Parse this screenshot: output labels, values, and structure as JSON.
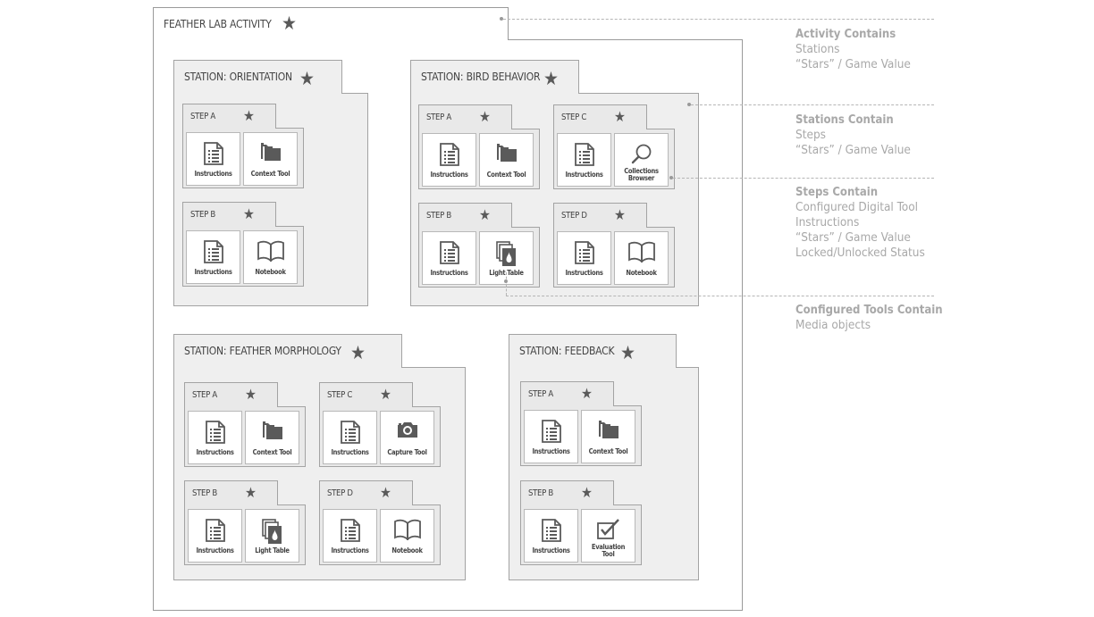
{
  "activity": {
    "title": "FEATHER LAB ACTIVITY"
  },
  "stations": [
    {
      "title": "STATION: ORIENTATION",
      "steps": [
        {
          "label": "STEP A",
          "tools": [
            "Instructions",
            "Context Tool"
          ]
        },
        {
          "label": "STEP B",
          "tools": [
            "Instructions",
            "Notebook"
          ]
        }
      ]
    },
    {
      "title": "STATION: BIRD BEHAVIOR",
      "steps": [
        {
          "label": "STEP A",
          "tools": [
            "Instructions",
            "Context Tool"
          ]
        },
        {
          "label": "STEP C",
          "tools": [
            "Instructions",
            "Collections Browser"
          ]
        },
        {
          "label": "STEP B",
          "tools": [
            "Instructions",
            "Light Table"
          ]
        },
        {
          "label": "STEP D",
          "tools": [
            "Instructions",
            "Notebook"
          ]
        }
      ]
    },
    {
      "title": "STATION: FEATHER MORPHOLOGY",
      "steps": [
        {
          "label": "STEP A",
          "tools": [
            "Instructions",
            "Context Tool"
          ]
        },
        {
          "label": "STEP C",
          "tools": [
            "Instructions",
            "Capture Tool"
          ]
        },
        {
          "label": "STEP B",
          "tools": [
            "Instructions",
            "Light Table"
          ]
        },
        {
          "label": "STEP D",
          "tools": [
            "Instructions",
            "Notebook"
          ]
        }
      ]
    },
    {
      "title": "STATION: FEEDBACK",
      "steps": [
        {
          "label": "STEP A",
          "tools": [
            "Instructions",
            "Context Tool"
          ]
        },
        {
          "label": "STEP B",
          "tools": [
            "Instructions",
            "Evaluation Tool"
          ]
        }
      ]
    }
  ],
  "annotations": [
    {
      "title": "Activity Contains",
      "lines": [
        "Stations",
        "“Stars” / Game Value"
      ]
    },
    {
      "title": "Stations Contain",
      "lines": [
        "Steps",
        "“Stars” / Game Value"
      ]
    },
    {
      "title": "Steps Contain",
      "lines": [
        "Configured Digital Tool",
        "Instructions",
        "“Stars” / Game Value",
        "Locked/Unlocked Status"
      ]
    },
    {
      "title": "Configured Tools Contain",
      "lines": [
        "Media objects"
      ]
    }
  ],
  "icons": {
    "star": "star-icon",
    "Instructions": "document-list-icon",
    "Context Tool": "folder-icon",
    "Notebook": "open-book-icon",
    "Collections Browser": "magnifier-icon",
    "Light Table": "layered-slides-icon",
    "Capture Tool": "camera-icon",
    "Evaluation Tool": "checkbox-icon"
  },
  "colors": {
    "border": "#a3a3a3",
    "fill": "#efefef",
    "icon": "#5a5a5a",
    "annotation": "#a8a8a8"
  }
}
